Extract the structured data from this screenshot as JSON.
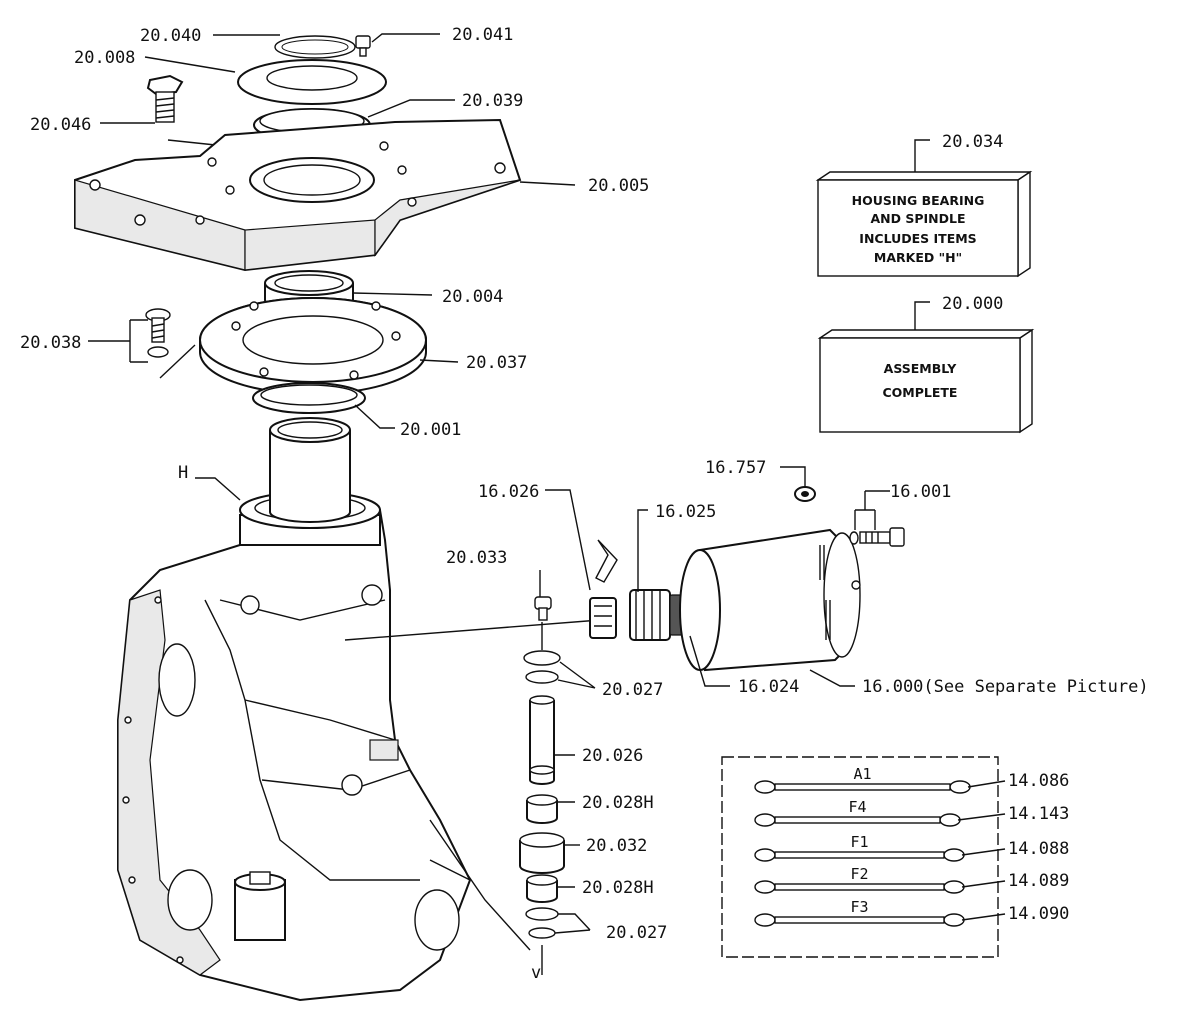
{
  "labels": {
    "p20040": "20.040",
    "p20041": "20.041",
    "p20008": "20.008",
    "p20039": "20.039",
    "p20046": "20.046",
    "p20005": "20.005",
    "p20004": "20.004",
    "p20038": "20.038",
    "p20037": "20.037",
    "p20001": "20.001",
    "pH": "H",
    "p16026": "16.026",
    "p16025": "16.025",
    "p16757": "16.757",
    "p16001": "16.001",
    "p20033": "20.033",
    "p20027a": "20.027",
    "p16024": "16.024",
    "p16000": "16.000(See Separate Picture)",
    "p20026": "20.026",
    "p20028Ha": "20.028H",
    "p20032": "20.032",
    "p20028Hb": "20.028H",
    "p20027b": "20.027",
    "p20034": "20.034",
    "p20000": "20.000"
  },
  "notes": {
    "housing_line1": "HOUSING BEARING",
    "housing_line2": "AND SPINDLE",
    "housing_line3": "INCLUDES ITEMS",
    "housing_line4": "MARKED \"H\"",
    "assembly_line1": "ASSEMBLY",
    "assembly_line2": "COMPLETE"
  },
  "wires": [
    {
      "tag": "A1",
      "part": "14.086"
    },
    {
      "tag": "F4",
      "part": "14.143"
    },
    {
      "tag": "F1",
      "part": "14.088"
    },
    {
      "tag": "F2",
      "part": "14.089"
    },
    {
      "tag": "F3",
      "part": "14.090"
    }
  ],
  "colors": {
    "ink": "#111111",
    "paper": "#ffffff"
  }
}
